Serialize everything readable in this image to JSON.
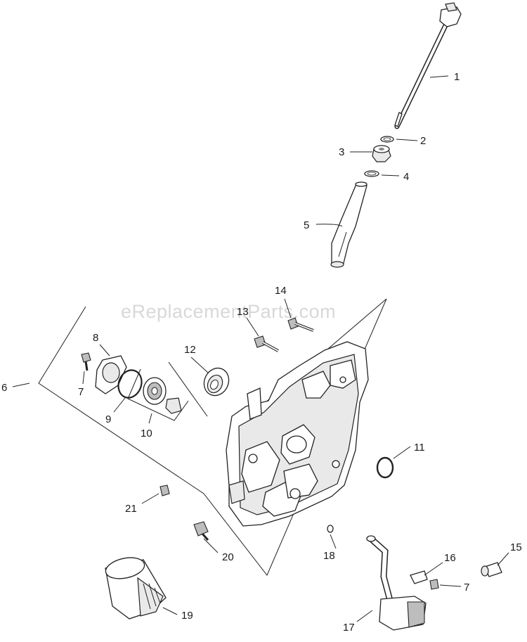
{
  "watermark": "eReplacementParts.com",
  "callouts": [
    {
      "id": "1",
      "label": "1"
    },
    {
      "id": "2",
      "label": "2"
    },
    {
      "id": "3",
      "label": "3"
    },
    {
      "id": "4",
      "label": "4"
    },
    {
      "id": "5",
      "label": "5"
    },
    {
      "id": "6",
      "label": "6"
    },
    {
      "id": "7a",
      "label": "7"
    },
    {
      "id": "8",
      "label": "8"
    },
    {
      "id": "9",
      "label": "9"
    },
    {
      "id": "10",
      "label": "10"
    },
    {
      "id": "11",
      "label": "11"
    },
    {
      "id": "12",
      "label": "12"
    },
    {
      "id": "13",
      "label": "13"
    },
    {
      "id": "14",
      "label": "14"
    },
    {
      "id": "15",
      "label": "15"
    },
    {
      "id": "16",
      "label": "16"
    },
    {
      "id": "7b",
      "label": "7"
    },
    {
      "id": "17",
      "label": "17"
    },
    {
      "id": "18",
      "label": "18"
    },
    {
      "id": "19",
      "label": "19"
    },
    {
      "id": "20",
      "label": "20"
    },
    {
      "id": "21",
      "label": "21"
    }
  ]
}
